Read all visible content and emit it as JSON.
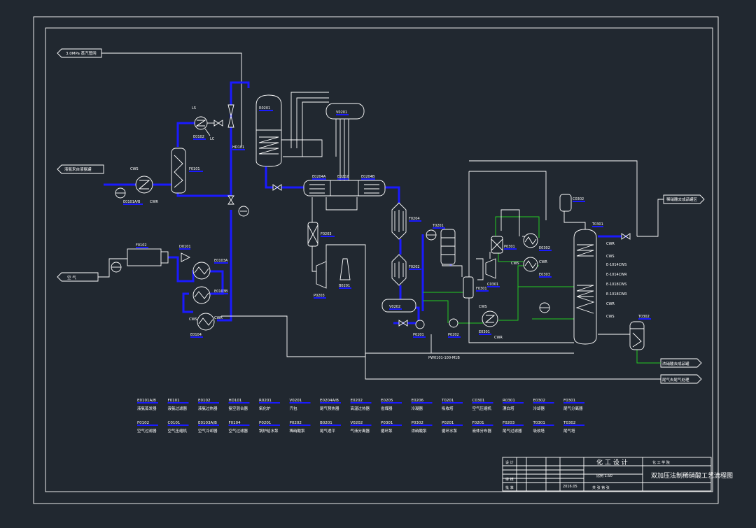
{
  "streams": {
    "steam_in": "3.0MPa 蒸汽管网",
    "ammonia_in": "液氨来自液氨罐",
    "air_in": "空 气",
    "acid_out": "稀硝酸去成品罐区",
    "tail_gas": "尾气去尾气处理",
    "product": "浓硝酸去成品罐"
  },
  "pipe_label": "PW0101-100-M1B",
  "tags": {
    "LS": "LS",
    "LC": "LC",
    "CWS": "CWS",
    "CWR": "CWR",
    "E0102": "E0102",
    "E0101": "E0101A/B",
    "HD101": "HD101",
    "F0101": "F0101",
    "F0102": "F0102",
    "D0101": "D0101",
    "E0103A": "E0103A",
    "E0103B": "E0103B",
    "E0104": "E0104",
    "R0201": "R0201",
    "V0201": "V0201",
    "E0204A": "E0204A",
    "E0202": "E0202",
    "E0204B": "E0204B",
    "F0203": "F0203",
    "B0201": "B0201",
    "P0203": "P0203",
    "F0204": "F0204",
    "F0202": "F0202",
    "V0202": "V0202",
    "P0201": "P0201",
    "T0201": "T0201",
    "P0202": "P0202",
    "P0301": "P0301",
    "E0301": "E0301",
    "C0301": "C0301",
    "E0302": "E0302",
    "E0303": "E0303",
    "F0301": "F0301",
    "T0301": "T0301",
    "T0302": "T0302",
    "C0302": "C0302",
    "E1": "E-1014CWS",
    "E2": "E-1014CWR",
    "E3": "E-1018CWS",
    "E4": "E-1018CWR",
    "CWS2": "CWS",
    "CWR2": "CWR",
    "CWR3": "CWR",
    "CWS3": "CWS",
    "CWS4": "CWS",
    "CWR4": "CWR",
    "CWS5": "CWS",
    "CWR5": "CWR"
  },
  "legend": [
    {
      "code": "E0101A/B",
      "name": "液氨蒸发器"
    },
    {
      "code": "F0101",
      "name": "液氨过滤器"
    },
    {
      "code": "E0102",
      "name": "液氨过热器"
    },
    {
      "code": "HD101",
      "name": "氨空混合器"
    },
    {
      "code": "R0201",
      "name": "氧化炉"
    },
    {
      "code": "V0201",
      "name": "汽包"
    },
    {
      "code": "E0204A/B",
      "name": "尾气预热器"
    },
    {
      "code": "E0202",
      "name": "高温过热器"
    },
    {
      "code": "E0205",
      "name": "省煤器"
    },
    {
      "code": "E0206",
      "name": "冷凝器"
    },
    {
      "code": "T0201",
      "name": "吸收塔"
    },
    {
      "code": "C0301",
      "name": "空气压缩机"
    },
    {
      "code": "R0301",
      "name": "漂白塔"
    },
    {
      "code": "E0302",
      "name": "冷却器"
    },
    {
      "code": "F0301",
      "name": "尾气分离器"
    },
    {
      "code": "F0102",
      "name": "空气过滤器"
    },
    {
      "code": "C0101",
      "name": "空气压缩机"
    },
    {
      "code": "E0103A/B",
      "name": "空气冷却器"
    },
    {
      "code": "F0104",
      "name": "空气过滤器"
    },
    {
      "code": "P0201",
      "name": "锅炉给水泵"
    },
    {
      "code": "P0202",
      "name": "稀硝酸泵"
    },
    {
      "code": "B0201",
      "name": "尾气透平"
    },
    {
      "code": "V0202",
      "name": "气液分离器"
    },
    {
      "code": "P0301",
      "name": "循环泵"
    },
    {
      "code": "P0302",
      "name": "浓硝酸泵"
    },
    {
      "code": "P0201",
      "name": "循环水泵"
    },
    {
      "code": "F0201",
      "name": "液体分布器"
    },
    {
      "code": "F0203",
      "name": "尾气过滤器"
    },
    {
      "code": "T0301",
      "name": "吸收塔"
    },
    {
      "code": "T0302",
      "name": "尾气塔"
    }
  ],
  "title_block": {
    "design": "设 计",
    "check": "审 核",
    "approve": "批 准",
    "company": "化 工 设 计",
    "scale": "比例 1:50",
    "date": "2016.05",
    "school": "化 工 学 院",
    "drawing": "双加压法制稀硝酸工艺流程图",
    "sheet": "共 张 第 张"
  },
  "colors": {
    "background": "#212830",
    "line": "#ffffff",
    "main_pipe": "#1a1aff",
    "utility_pipe": "#22cc22"
  }
}
